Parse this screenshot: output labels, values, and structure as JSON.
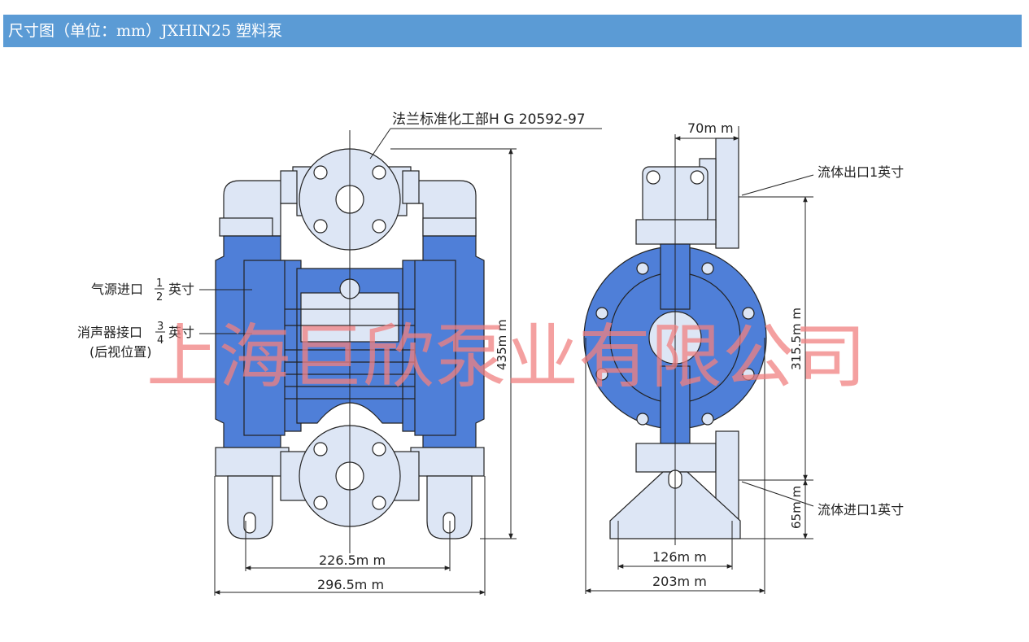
{
  "title": {
    "main": "尺寸图",
    "sub": "（单位：mm）JXHIN25 塑料泵"
  },
  "labels": {
    "flange": "法兰标准化工部H G 20592-97",
    "air_inlet_text": "气源进口",
    "air_inlet_num": "1",
    "air_inlet_den": "2",
    "air_inlet_unit": "英寸",
    "muffler_text": "消声器接口",
    "muffler_num": "3",
    "muffler_den": "4",
    "muffler_unit": "英寸",
    "muffler_note": "(后视位置)",
    "outlet": "流体出口1英寸",
    "inlet": "流体进口1英寸"
  },
  "dimensions": {
    "width_inner": "226.5m m",
    "width_outer": "296.5m m",
    "height_total": "435m m",
    "side_top": "70m m",
    "side_height": "315.5m m",
    "side_bottom": "65m m",
    "side_base_inner": "126m m",
    "side_base_outer": "203m m"
  },
  "watermark": "上海巨欣泵业有限公司",
  "colors": {
    "title_bar": "#5b9bd5",
    "pump_blue": "#4f7fd8",
    "pump_light": "#dde6f5",
    "watermark": "#f08080"
  }
}
